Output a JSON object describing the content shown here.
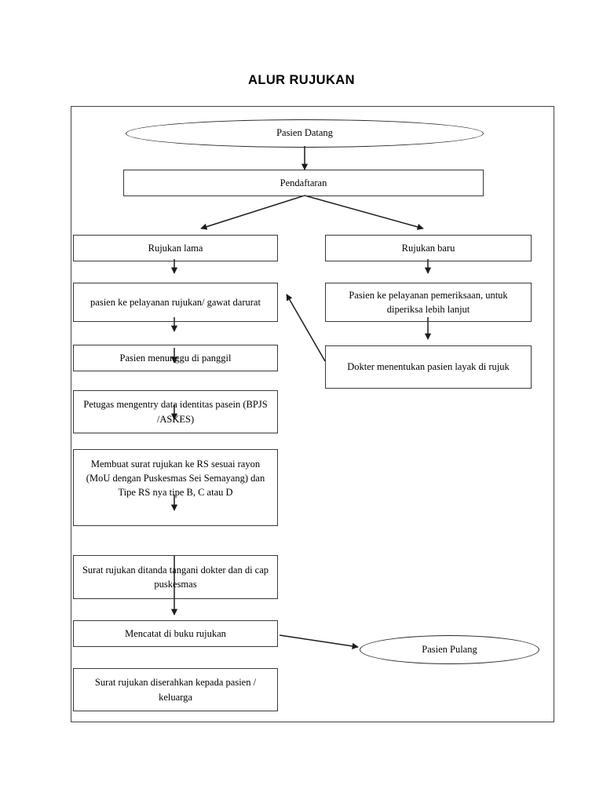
{
  "document": {
    "title": "ALUR RUJUKAN",
    "language": "id"
  },
  "chart_data": {
    "type": "flowchart",
    "title": "ALUR RUJUKAN",
    "orientation": "top-to-bottom",
    "nodes": [
      {
        "id": "n1",
        "shape": "ellipse",
        "label": "Pasien Datang",
        "column": "center"
      },
      {
        "id": "n2",
        "shape": "rectangle",
        "label": "Pendaftaran",
        "column": "center"
      },
      {
        "id": "n3",
        "shape": "rectangle",
        "label": "Rujukan lama",
        "column": "left"
      },
      {
        "id": "n4",
        "shape": "rectangle",
        "label": "pasien ke pelayanan rujukan/ gawat darurat",
        "column": "left"
      },
      {
        "id": "n5",
        "shape": "rectangle",
        "label": "Pasien menunggu di panggil",
        "column": "left"
      },
      {
        "id": "n6",
        "shape": "rectangle",
        "label": "Petugas mengentry data identitas pasein (BPJS /ASKES)",
        "column": "left"
      },
      {
        "id": "n7",
        "shape": "rectangle",
        "label": "Membuat surat rujukan ke RS sesuai rayon (MoU dengan Puskesmas Sei Semayang) dan Tipe RS nya tipe B, C atau D",
        "column": "left"
      },
      {
        "id": "n8",
        "shape": "rectangle",
        "label": "Surat rujukan ditanda tangani dokter dan di cap puskesmas",
        "column": "left"
      },
      {
        "id": "n9",
        "shape": "rectangle",
        "label": "Mencatat di buku rujukan",
        "column": "left"
      },
      {
        "id": "n10",
        "shape": "rectangle",
        "label": "Surat rujukan diserahkan kepada pasien / keluarga",
        "column": "left"
      },
      {
        "id": "n11",
        "shape": "rectangle",
        "label": "Rujukan baru",
        "column": "right"
      },
      {
        "id": "n12",
        "shape": "rectangle",
        "label": "Pasien ke pelayanan pemeriksaan, untuk diperiksa lebih lanjut",
        "column": "right"
      },
      {
        "id": "n13",
        "shape": "rectangle",
        "label": "Dokter menentukan pasien layak di rujuk",
        "column": "right"
      },
      {
        "id": "n14",
        "shape": "ellipse",
        "label": "Pasien Pulang",
        "column": "right"
      }
    ],
    "edges": [
      {
        "from": "n1",
        "to": "n2",
        "style": "straight-down"
      },
      {
        "from": "n2",
        "to": "n3",
        "style": "diagonal-down-left"
      },
      {
        "from": "n2",
        "to": "n11",
        "style": "diagonal-down-right"
      },
      {
        "from": "n3",
        "to": "n4",
        "style": "straight-down"
      },
      {
        "from": "n4",
        "to": "n5",
        "style": "straight-down"
      },
      {
        "from": "n5",
        "to": "n6",
        "style": "straight-down"
      },
      {
        "from": "n6",
        "to": "n7",
        "style": "straight-down"
      },
      {
        "from": "n7",
        "to": "n8",
        "style": "straight-down"
      },
      {
        "from": "n8",
        "to": "n9",
        "style": "straight-down"
      },
      {
        "from": "n9",
        "to": "n14",
        "style": "straight-right"
      },
      {
        "from": "n11",
        "to": "n12",
        "style": "straight-down"
      },
      {
        "from": "n12",
        "to": "n13",
        "style": "straight-down"
      },
      {
        "from": "n13",
        "to": "n4",
        "style": "diagonal-up-left"
      }
    ],
    "colors": {
      "stroke": "#3a3a3a",
      "text": "#000000",
      "background": "#ffffff"
    }
  },
  "nodes": {
    "pasien_datang": "Pasien Datang",
    "pendaftaran": "Pendaftaran",
    "rujukan_lama": "Rujukan lama",
    "pelayanan_rujukan": "pasien ke pelayanan rujukan/ gawat darurat",
    "menunggu_panggil": "Pasien menunggu di panggil",
    "mengentry_data": "Petugas mengentry data identitas pasein (BPJS /ASKES)",
    "membuat_surat": "Membuat surat rujukan ke RS sesuai rayon (MoU dengan Puskesmas Sei Semayang) dan Tipe RS nya tipe B, C atau D",
    "ditanda_tangani": "Surat rujukan ditanda tangani dokter dan di cap puskesmas",
    "mencatat_buku": "Mencatat di buku rujukan",
    "diserahkan": "Surat rujukan diserahkan kepada pasien / keluarga",
    "rujukan_baru": "Rujukan baru",
    "pelayanan_pemeriksaan": "Pasien ke pelayanan pemeriksaan, untuk diperiksa lebih lanjut",
    "dokter_menentukan": "Dokter menentukan pasien layak di rujuk",
    "pasien_pulang": "Pasien Pulang"
  }
}
